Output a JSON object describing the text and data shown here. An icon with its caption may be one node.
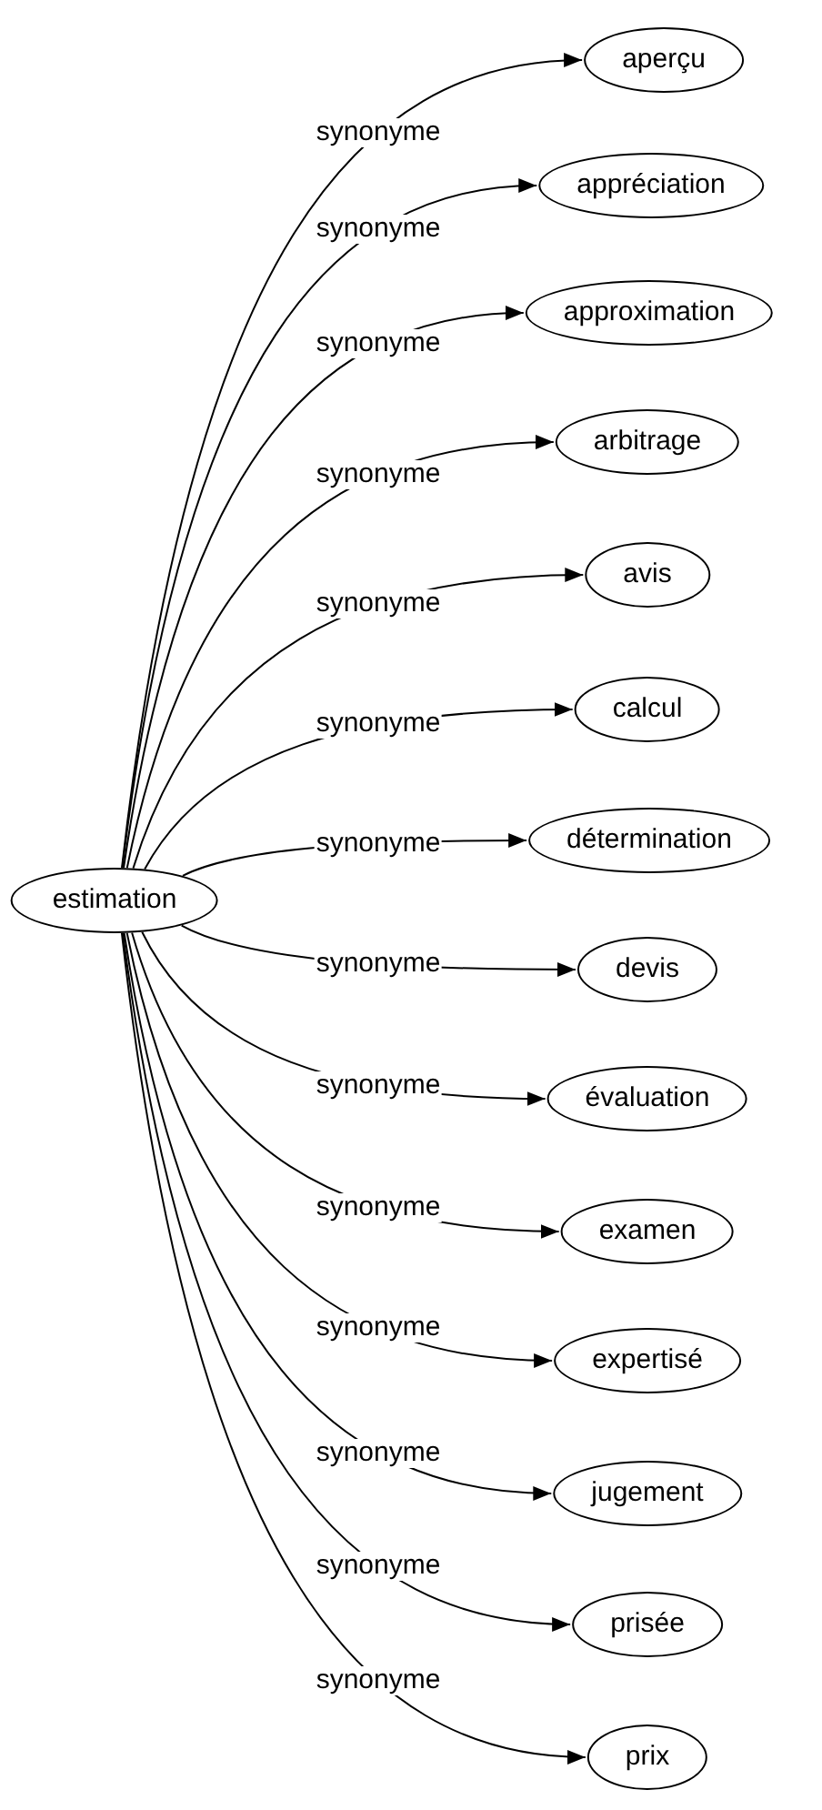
{
  "diagram": {
    "nodes": [
      {
        "text": [
          "estimation"
        ]
      },
      {
        "text": [
          "aperçu"
        ]
      },
      {
        "text": [
          "appréciation"
        ]
      },
      {
        "text": [
          "approximation"
        ]
      },
      {
        "text": [
          "arbitrage"
        ]
      },
      {
        "text": [
          "avis"
        ]
      },
      {
        "text": [
          "calcul"
        ]
      },
      {
        "text": [
          "détermination"
        ]
      },
      {
        "text": [
          "devis"
        ]
      },
      {
        "text": [
          "évaluation"
        ]
      },
      {
        "text": [
          "examen"
        ]
      },
      {
        "text": [
          "expertisé"
        ]
      },
      {
        "text": [
          "jugement"
        ]
      },
      {
        "text": [
          "prisée"
        ]
      },
      {
        "text": [
          "prix"
        ]
      }
    ],
    "edges": [
      {
        "from": 0,
        "to": 1,
        "arrow": "to",
        "label": "synonyme"
      },
      {
        "from": 0,
        "to": 2,
        "arrow": "to",
        "label": "synonyme"
      },
      {
        "from": 0,
        "to": 3,
        "arrow": "to",
        "label": "synonyme"
      },
      {
        "from": 0,
        "to": 4,
        "arrow": "to",
        "label": "synonyme"
      },
      {
        "from": 0,
        "to": 5,
        "arrow": "to",
        "label": "synonyme"
      },
      {
        "from": 0,
        "to": 6,
        "arrow": "to",
        "label": "synonyme"
      },
      {
        "from": 0,
        "to": 7,
        "arrow": "to",
        "label": "synonyme"
      },
      {
        "from": 0,
        "to": 8,
        "arrow": "to",
        "label": "synonyme"
      },
      {
        "from": 0,
        "to": 9,
        "arrow": "to",
        "label": "synonyme"
      },
      {
        "from": 0,
        "to": 10,
        "arrow": "to",
        "label": "synonyme"
      },
      {
        "from": 0,
        "to": 11,
        "arrow": "to",
        "label": "synonyme"
      },
      {
        "from": 0,
        "to": 12,
        "arrow": "to",
        "label": "synonyme"
      },
      {
        "from": 0,
        "to": 13,
        "arrow": "to",
        "label": "synonyme"
      },
      {
        "from": 0,
        "to": 14,
        "arrow": "to",
        "label": "synonyme"
      }
    ]
  }
}
